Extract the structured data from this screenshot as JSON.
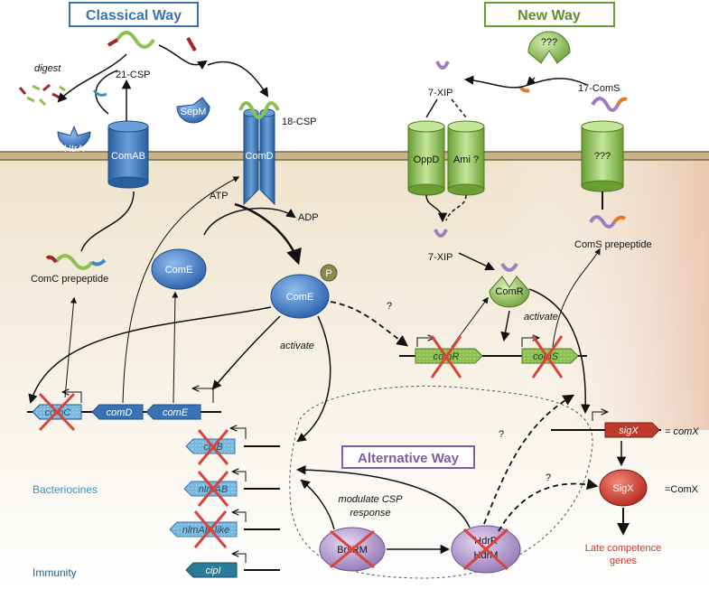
{
  "sections": {
    "classical": "Classical Way",
    "new": "New Way",
    "alternative": "Alternative Way"
  },
  "membrane": {
    "htra": "HtrA",
    "comab": "ComAB",
    "sepm": "SepM",
    "comd": "ComD",
    "oppd": "OppD",
    "ami": "Ami ?",
    "unknown_transporter": "???"
  },
  "peptides": {
    "digest": "digest",
    "csp21": "21-CSP",
    "csp18": "18-CSP",
    "xip_out": "7-XIP",
    "xip_in": "7-XIP",
    "coms17": "17-ComS",
    "unknown_protease": "???",
    "comc_pre": "ComC prepeptide",
    "coms_pre": "ComS prepeptide"
  },
  "cytoplasm": {
    "atp": "ATP",
    "adp": "ADP",
    "come_free": "ComE",
    "come_p": "ComE",
    "phospho": "P",
    "activate1": "activate",
    "activate2": "activate",
    "comr_protein": "ComR",
    "q1": "?",
    "q2": "?",
    "q3": "?"
  },
  "genes": {
    "comC": "comC",
    "comD": "comD",
    "comE": "comE",
    "comR": "comR",
    "comS": "comS",
    "sigX": "sigX",
    "comX_gene": "= comX",
    "cipB": "cipB",
    "nlmAB": "nlmAB",
    "nlmAB_like": "nlmAB-like",
    "cipI": "cipI"
  },
  "regulators": {
    "brsrm": "BrsRM",
    "hdrr": "HdrR",
    "hdrm": "HdrM",
    "modulate": "modulate CSP",
    "response": "response",
    "sigx_protein": "SigX",
    "comx_protein": "=ComX",
    "late1": "Late competence",
    "late2": "genes"
  },
  "groups": {
    "bacteriocines": "Bacteriocines",
    "immunity": "Immunity"
  },
  "colors": {
    "membrane": "#c9b48a",
    "com_blue": "#3a73b5",
    "green": "#8cc152",
    "red": "#c0392b",
    "purple": "#9b7fc1",
    "bact_text": "#3a8fc4",
    "late_text": "#c0392b"
  }
}
